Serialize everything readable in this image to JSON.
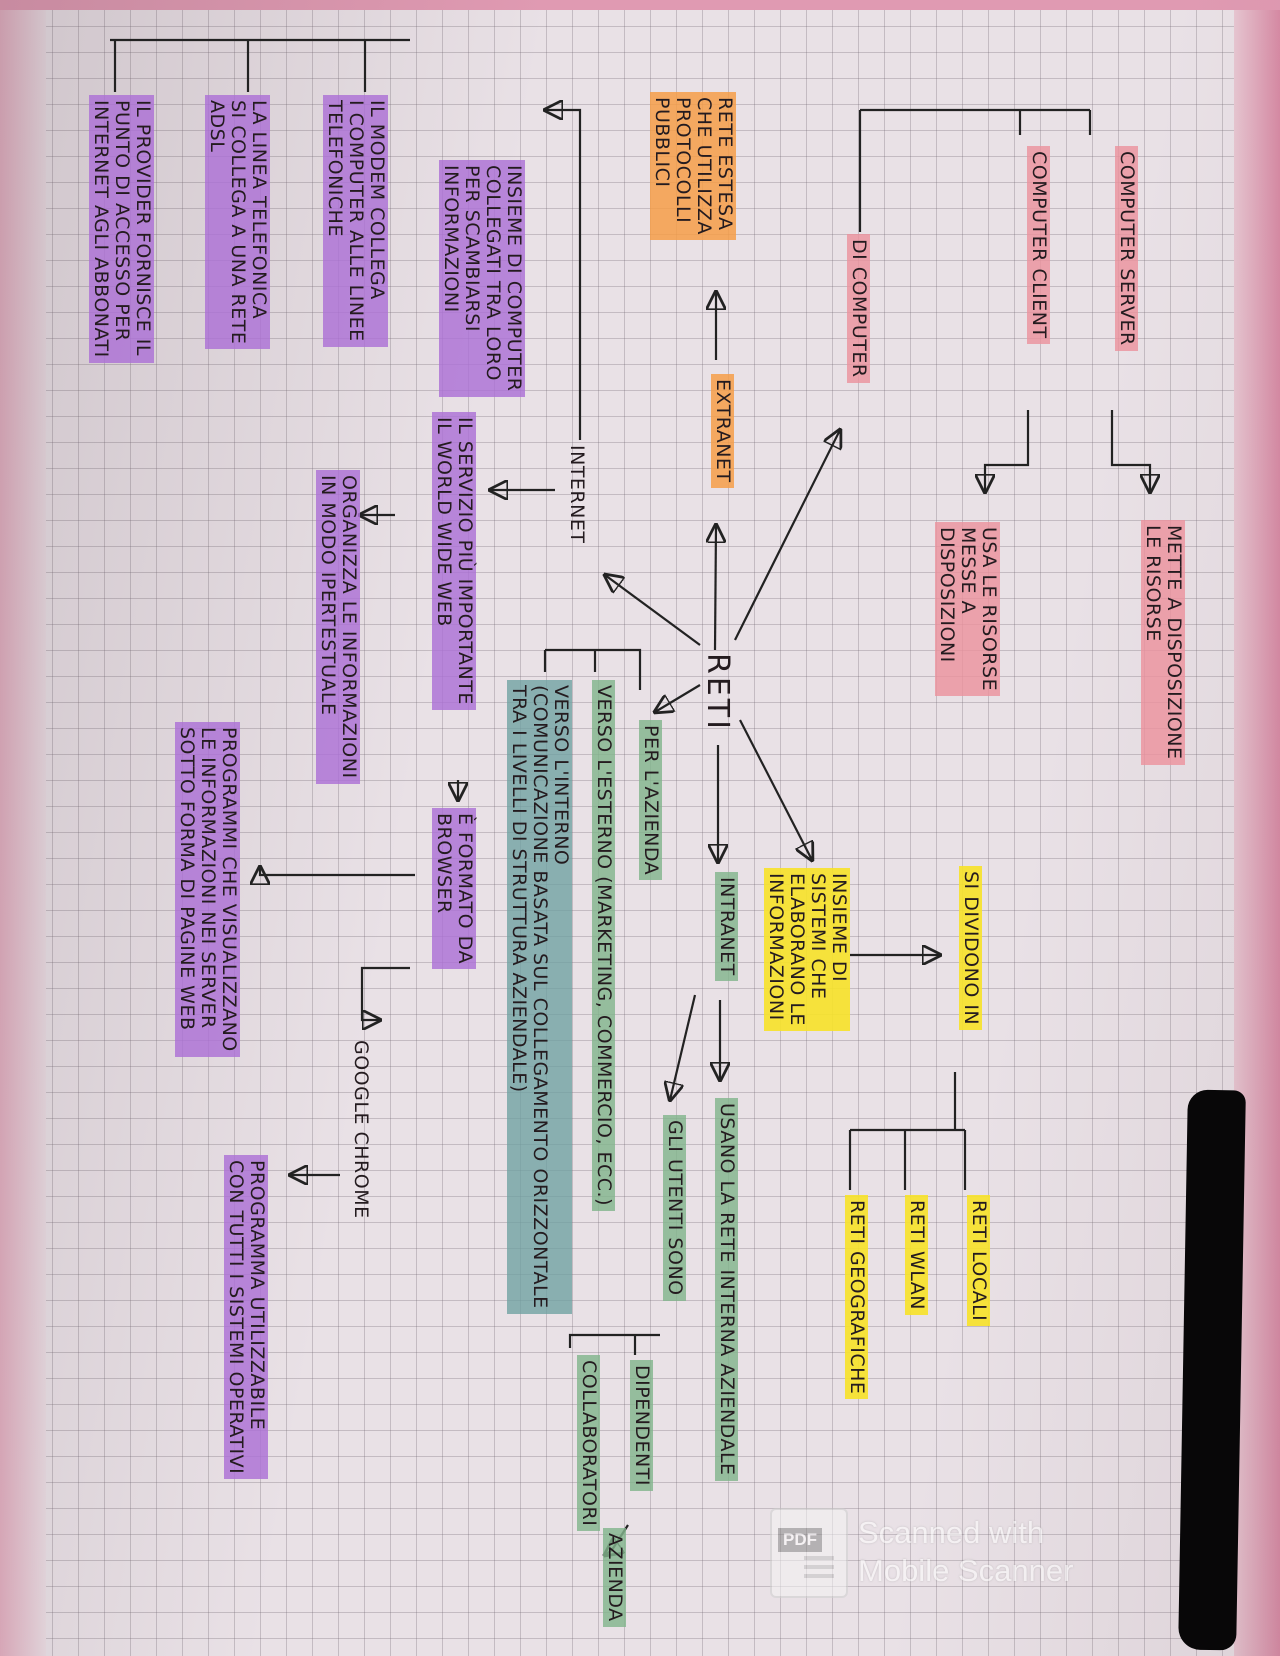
{
  "diagram": {
    "center": {
      "text": "RETI",
      "color": "none"
    },
    "nodes": {
      "computer_server": {
        "text": "COMPUTER SERVER",
        "color": "pink"
      },
      "mette_risorse": {
        "text": "METTE A DISPOSIZIONE\nLE RISORSE",
        "color": "pink"
      },
      "computer_client": {
        "text": "COMPUTER CLIENT",
        "color": "pink"
      },
      "usa_risorse": {
        "text": "USA LE RISORSE\nMESSE A\nDISPOSIZIONI",
        "color": "pink"
      },
      "di_computer": {
        "text": "DI COMPUTER",
        "color": "pink"
      },
      "extranet": {
        "text": "EXTRANET",
        "color": "orange"
      },
      "rete_estesa": {
        "text": "RETE ESTESA\nCHE UTILIZZA\nPROTOCOLLI\nPUBBLICI",
        "color": "orange"
      },
      "internet": {
        "text": "INTERNET",
        "color": "none"
      },
      "insieme_computer": {
        "text": "INSIEME DI COMPUTER\nCOLLEGATI TRA LORO\nPER SCAMBIARSI\nINFORMAZIONI",
        "color": "purple"
      },
      "modem": {
        "text": "IL MODEM COLLEGA\nI COMPUTER ALLE LINEE\nTELEFONICHE",
        "color": "purple"
      },
      "linea_telefonica": {
        "text": "LA LINEA TELEFONICA\nSI COLLEGA A UNA RETE\nADSL",
        "color": "purple"
      },
      "provider": {
        "text": "IL PROVIDER FORNISCE IL\nPUNTO DI ACCESSO PER\nINTERNET AGLI ABBONATI",
        "color": "purple"
      },
      "servizio_www": {
        "text": "IL SERVIZIO PIÙ IMPORTANTE\nIL WORLD WIDE WEB",
        "color": "purple"
      },
      "organizza": {
        "text": "ORGANIZZA LE INFORMAZIONI\nIN MODO IPERTESTUALE",
        "color": "purple"
      },
      "formato_browser": {
        "text": "È FORMATO DA\nBROWSER",
        "color": "purple"
      },
      "programmi_browser": {
        "text": "PROGRAMMI CHE VISUALIZZANO\nLE INFORMAZIONI NEI SERVER\nSOTTO FORMA DI PAGINE WEB",
        "color": "purple"
      },
      "google_chrome": {
        "text": "GOOGLE CHROME",
        "color": "none"
      },
      "programma_utilizzabile": {
        "text": "PROGRAMMA UTILIZZABILE\nCON TUTTI I SISTEMI OPERATIVI",
        "color": "purple"
      },
      "per_azienda": {
        "text": "PER L'AZIENDA",
        "color": "green"
      },
      "verso_esterno": {
        "text": "VERSO L'ESTERNO (MARKETING, COMMERCIO, ECC.)",
        "color": "green"
      },
      "verso_interno": {
        "text": "VERSO L'INTERNO\n(COMUNICAZIONE BASATA SUL COLLEGAMENTO ORIZZONTALE\nTRA I LIVELLI DI STRUTTURA AZIENDALE)",
        "color": "teal"
      },
      "intranet": {
        "text": "INTRANET",
        "color": "green"
      },
      "usano_rete": {
        "text": "USANO LA RETE INTERNA AZIENDALE",
        "color": "green"
      },
      "utenti_sono": {
        "text": "GLI UTENTI SONO",
        "color": "green"
      },
      "dipendenti": {
        "text": "DIPENDENTI",
        "color": "green"
      },
      "collaboratori": {
        "text": "COLLABORATORI",
        "color": "green"
      },
      "azienda": {
        "text": "AZIENDA",
        "color": "green"
      },
      "insieme_sistemi": {
        "text": "INSIEME DI\nSISTEMI CHE\nELABORANO LE\nINFORMAZIONI",
        "color": "yellow"
      },
      "si_dividono": {
        "text": "SI DIVIDONO IN",
        "color": "yellow"
      },
      "reti_locali": {
        "text": "RETI LOCALI",
        "color": "yellow"
      },
      "reti_wlan": {
        "text": "RETI WLAN",
        "color": "yellow"
      },
      "reti_geografiche": {
        "text": "RETI GEOGRAFICHE",
        "color": "yellow"
      }
    }
  },
  "watermark": {
    "badge": "PDF",
    "text": "Scanned with\nMobile Scanner"
  }
}
